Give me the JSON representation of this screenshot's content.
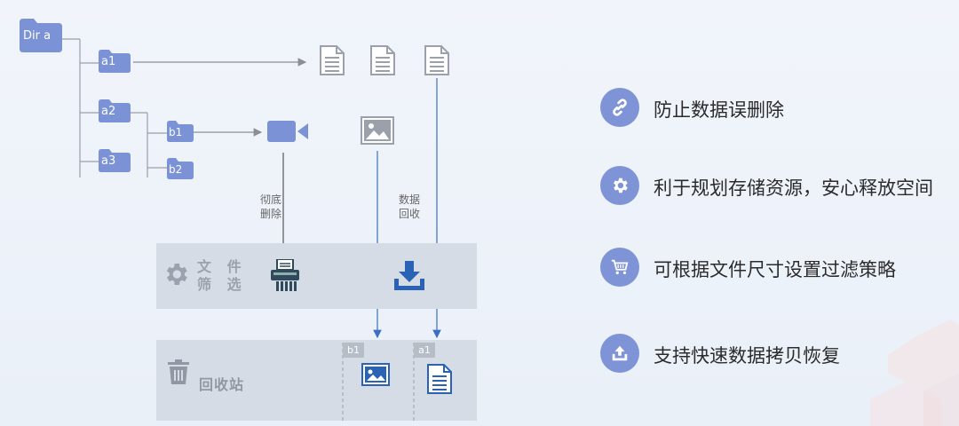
{
  "tree": {
    "root": "Dir a",
    "a1": "a1",
    "a2": "a2",
    "a3": "a3",
    "b1": "b1",
    "b2": "b2"
  },
  "labels": {
    "delete_line1": "彻底",
    "delete_line2": "删除",
    "recycle_line1": "数据",
    "recycle_line2": "回收"
  },
  "filter_panel": {
    "title_line1": "文 件",
    "title_line2": "筛 选"
  },
  "recycle_bin": {
    "title": "回收站",
    "tag_b1": "b1",
    "tag_a1": "a1"
  },
  "features": [
    {
      "icon": "link-icon",
      "text": "防止数据误删除"
    },
    {
      "icon": "gear-icon",
      "text": "利于规划存储资源，安心释放空间"
    },
    {
      "icon": "cart-icon",
      "text": "可根据文件尺寸设置过滤策略"
    },
    {
      "icon": "upload-icon",
      "text": "支持快速数据拷贝恢复"
    }
  ],
  "colors": {
    "folder": "#7b93d6",
    "icon_gray": "#9aa1ab",
    "icon_blue": "#2a62b5",
    "feature_circle": "#7f94d6",
    "panel": "#d6dce5"
  }
}
